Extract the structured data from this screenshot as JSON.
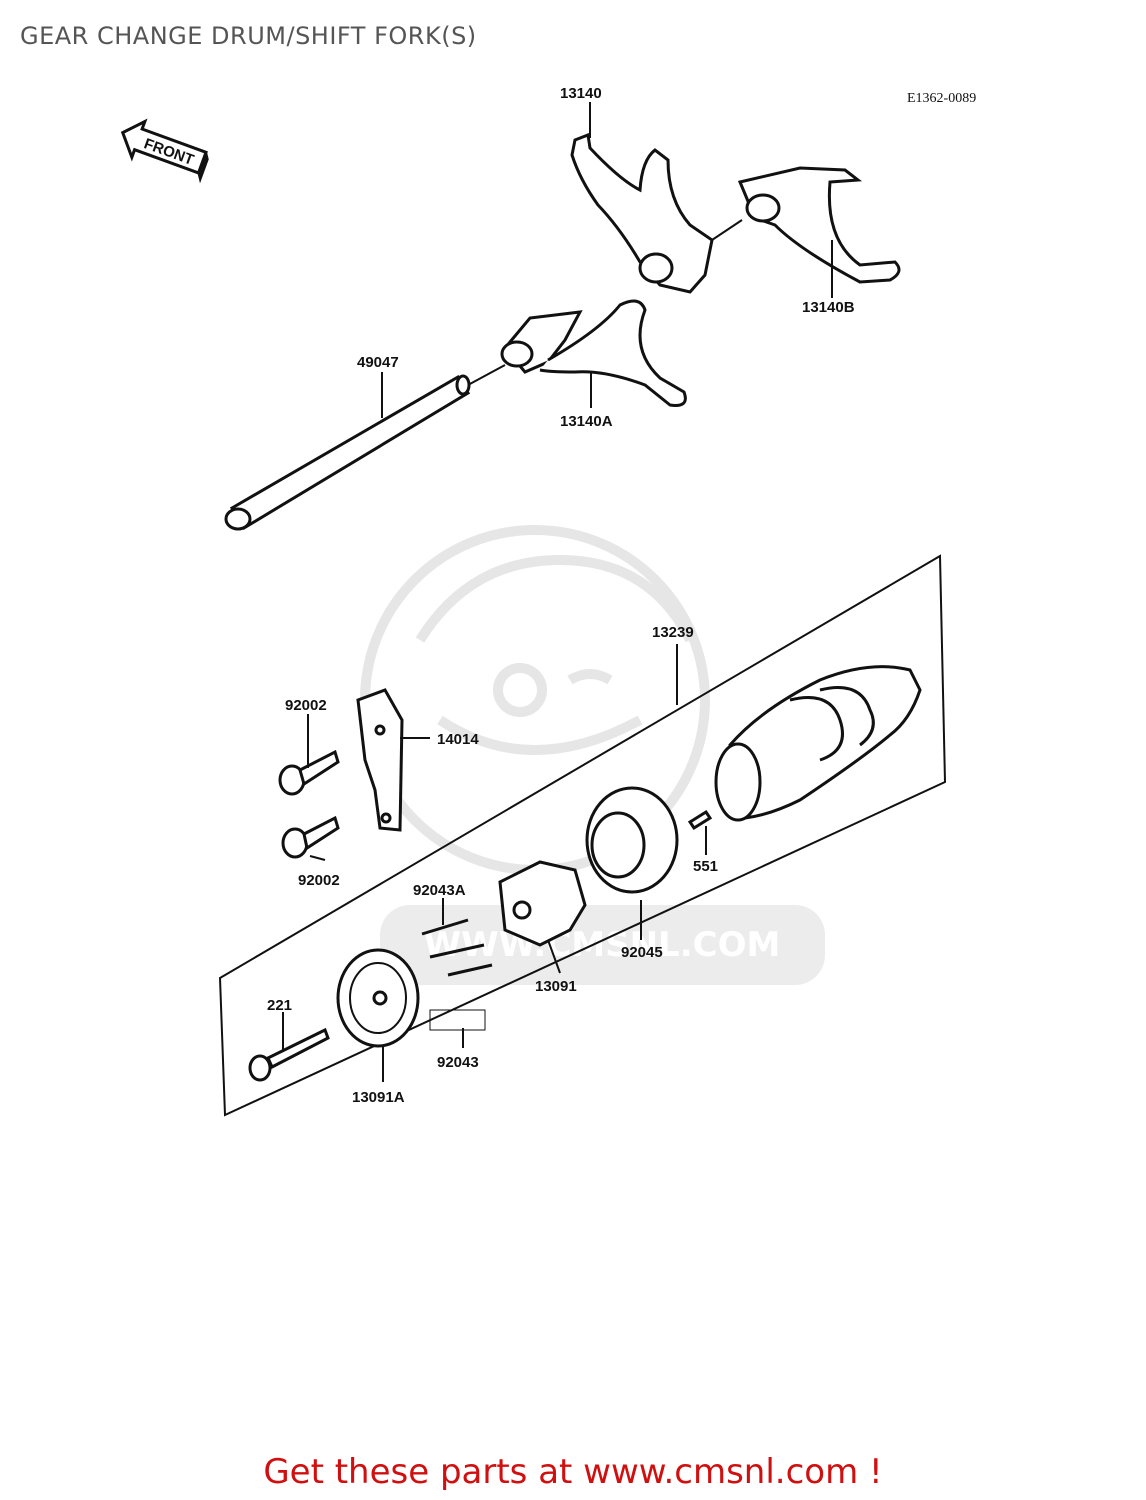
{
  "header": {
    "title": "GEAR CHANGE DRUM/SHIFT FORK(S)"
  },
  "diagram": {
    "code": "E1362-0089",
    "front_label": "FRONT",
    "watermark": "WWW.CMSNL.COM",
    "callouts": {
      "p13140": "13140",
      "p13140B": "13140B",
      "p13140A": "13140A",
      "p49047": "49047",
      "p13239": "13239",
      "p92002_top": "92002",
      "p14014": "14014",
      "p92002_bottom": "92002",
      "p551": "551",
      "p92043A": "92043A",
      "p92045": "92045",
      "p13091": "13091",
      "p221": "221",
      "p92043": "92043",
      "p13091A": "13091A"
    }
  },
  "footer": {
    "cta": "Get these parts at www.cmsnl.com !"
  },
  "colors": {
    "title": "#555555",
    "cta": "#d01010",
    "line": "#111111",
    "watermark": "#e3e3e3"
  }
}
